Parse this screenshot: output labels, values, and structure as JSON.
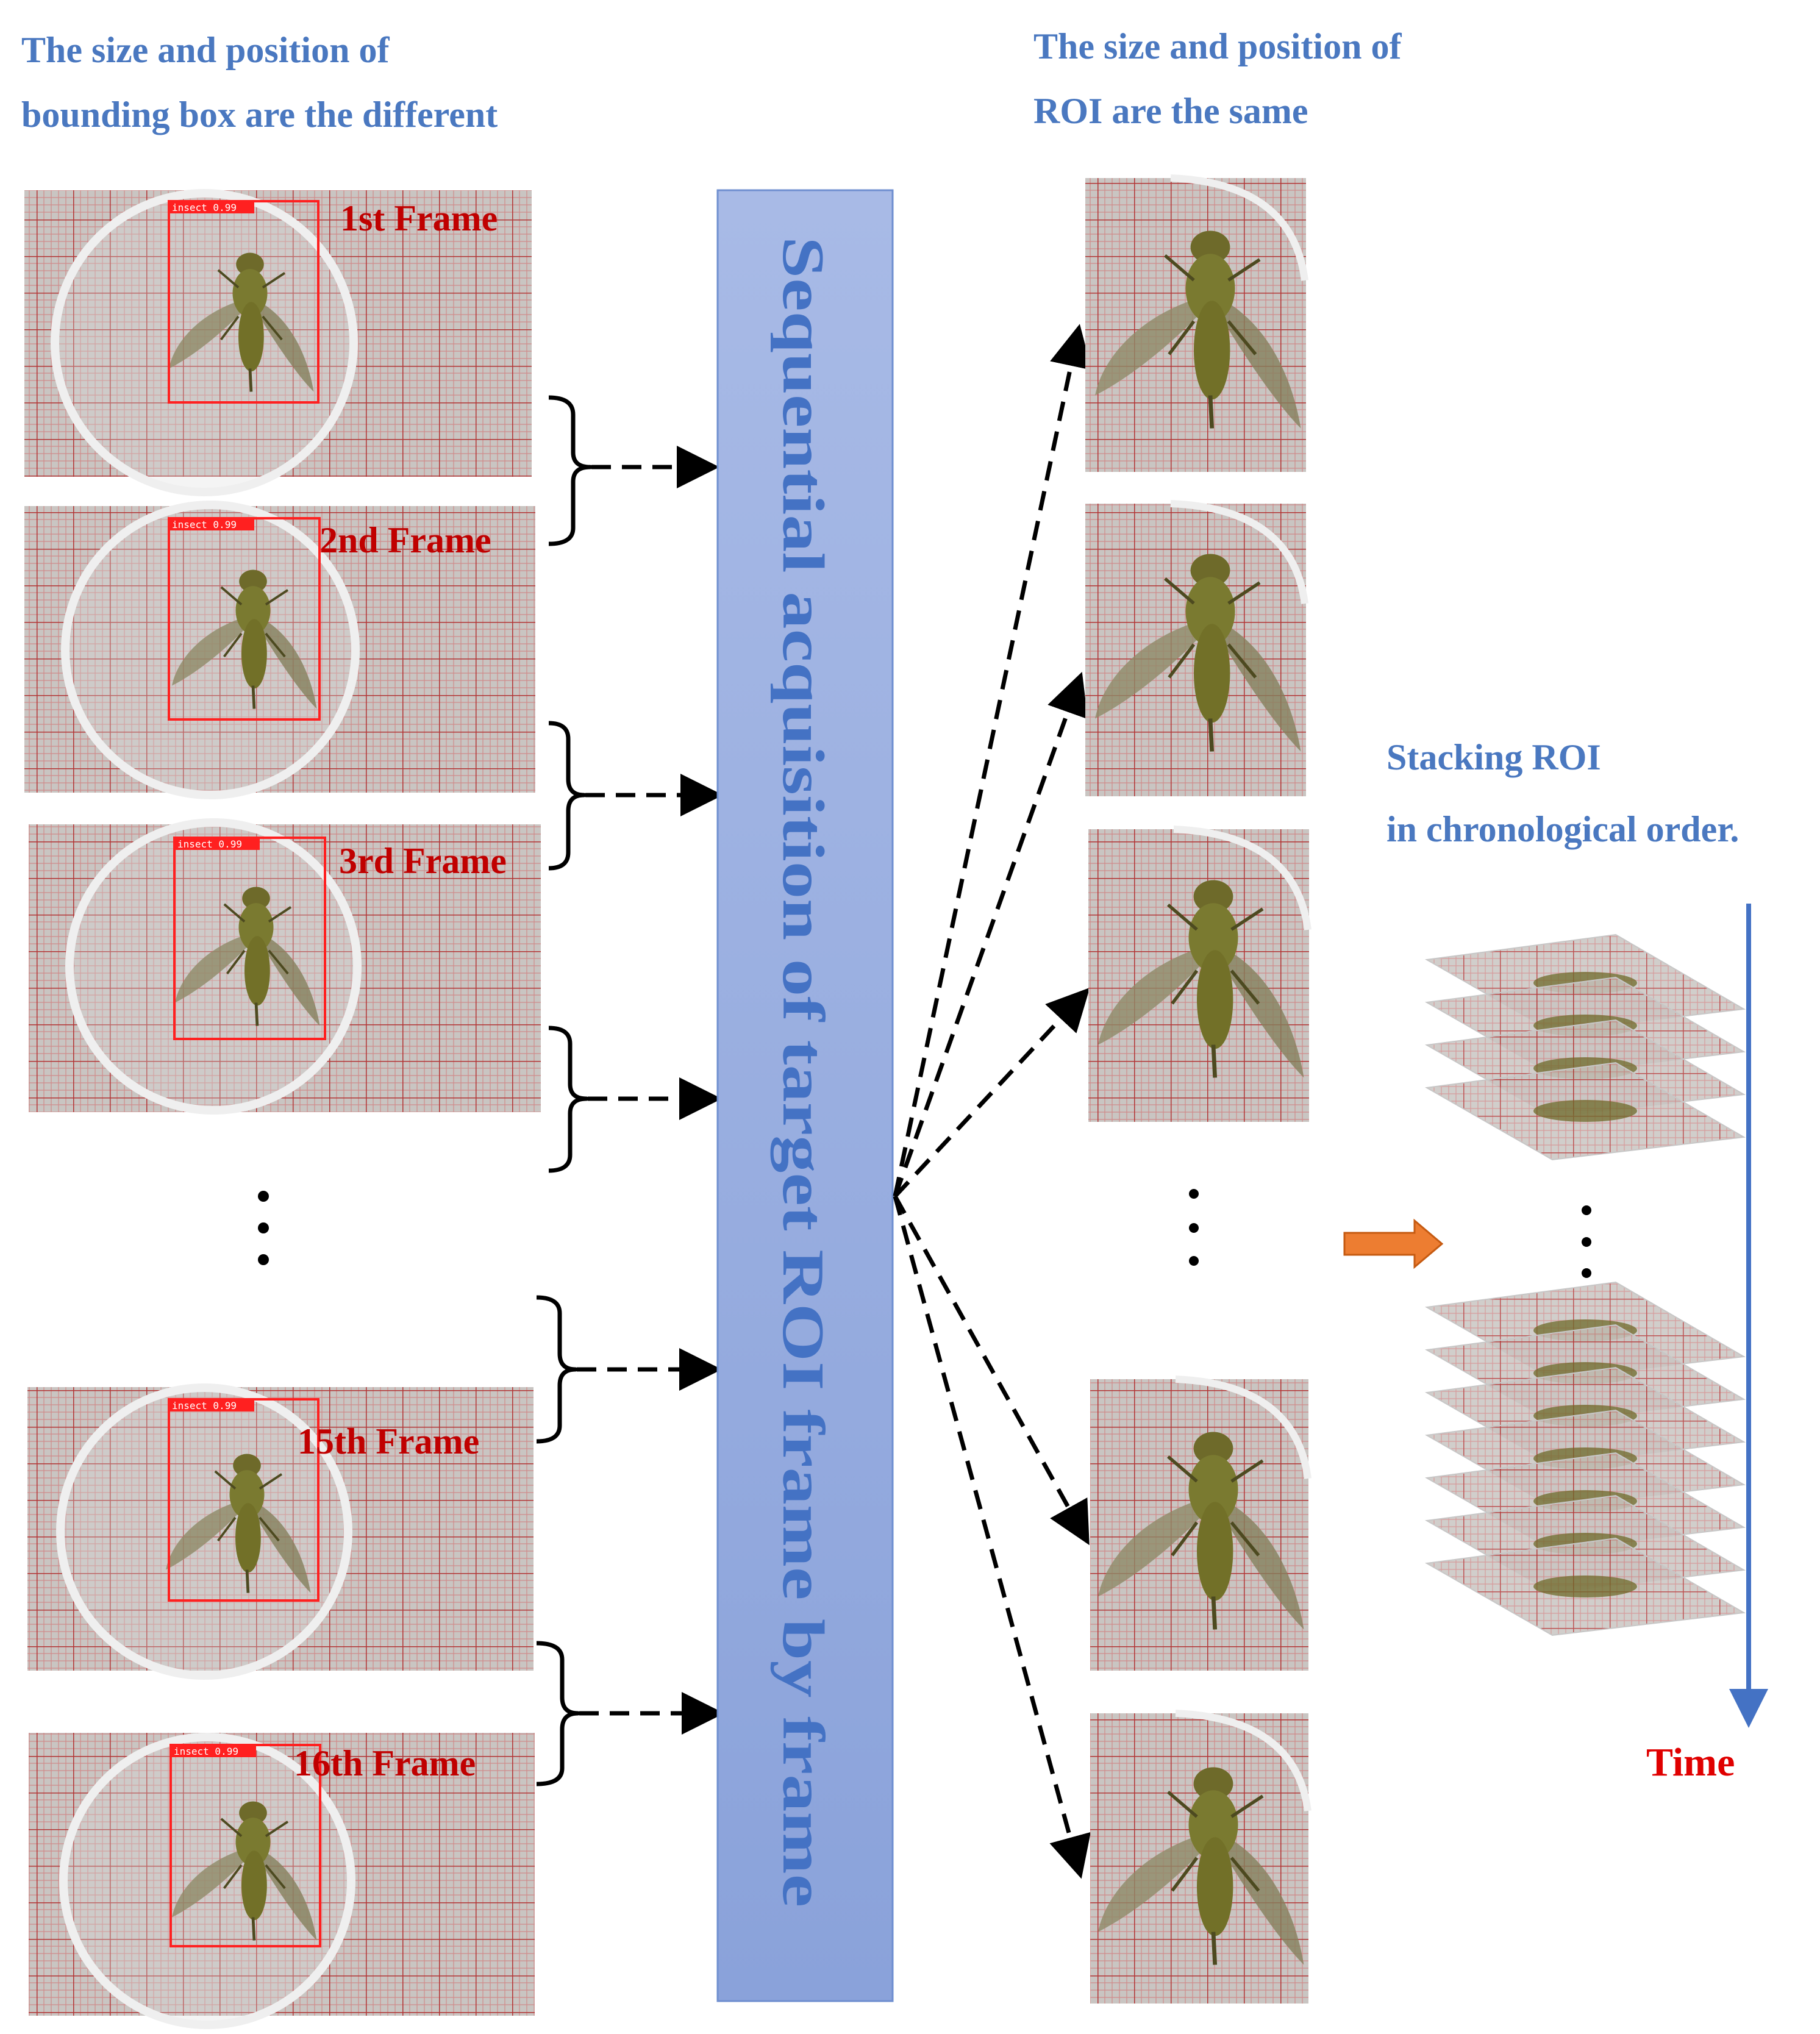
{
  "headings": {
    "left_line1": "The size and position of",
    "left_line2": "bounding box are the different",
    "mid_line1": "The size and position of",
    "mid_line2": "ROI are the same",
    "right_line1": "Stacking ROI",
    "right_line2": "in chronological order."
  },
  "frames": [
    {
      "label": "1st Frame",
      "detection": "insect 0.99"
    },
    {
      "label": "2nd Frame",
      "detection": "insect 0.99"
    },
    {
      "label": "3rd Frame",
      "detection": "insect 0.99"
    },
    {
      "label": "15th Frame",
      "detection": "insect 0.99"
    },
    {
      "label": "16th Frame",
      "detection": "insect 0.99"
    }
  ],
  "banner": {
    "text": "Sequential acquisition of target ROI frame by frame"
  },
  "time_axis": {
    "label": "Time"
  },
  "colors": {
    "heading_blue": "#4a78c0",
    "frame_red": "#c00000",
    "banner_fill": "#8ea6dc",
    "banner_text": "#4472c4",
    "time_line": "#4472c4",
    "time_label": "#e00000",
    "orange_arrow": "#ed7d31"
  }
}
